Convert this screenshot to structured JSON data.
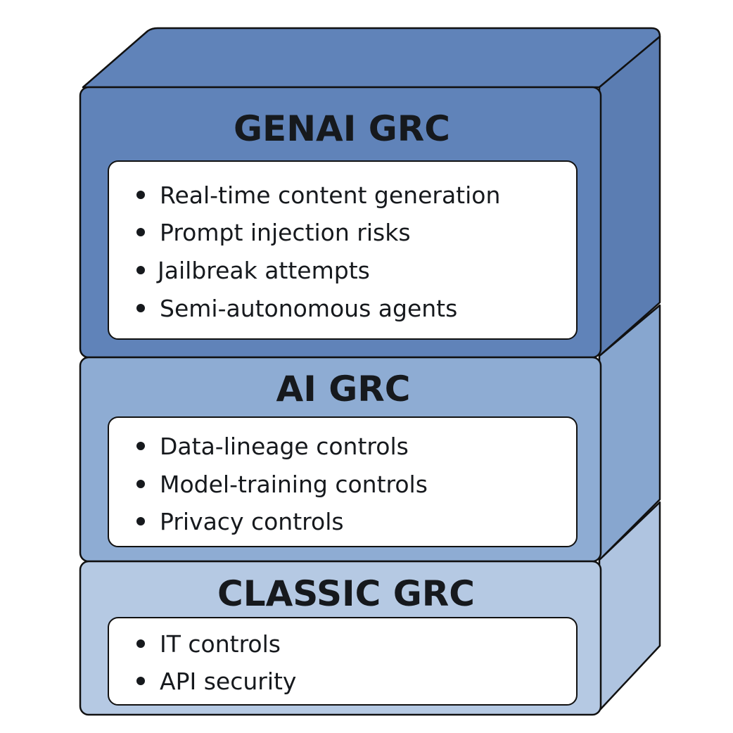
{
  "diagram": {
    "type": "stacked-layers",
    "layers": [
      {
        "title": "GENAI GRC",
        "color": "#6083b9",
        "side_color": "#5b7db2",
        "items": [
          "Real-time content generation",
          "Prompt injection risks",
          "Jailbreak attempts",
          "Semi-autonomous agents"
        ]
      },
      {
        "title": "AI GRC",
        "color": "#8eacd3",
        "side_color": "#87a6cf",
        "items": [
          "Data-lineage controls",
          "Model-training controls",
          "Privacy controls"
        ]
      },
      {
        "title": "CLASSIC GRC",
        "color": "#b5c9e3",
        "side_color": "#afc4e0",
        "items": [
          "IT controls",
          "API security"
        ]
      }
    ]
  }
}
